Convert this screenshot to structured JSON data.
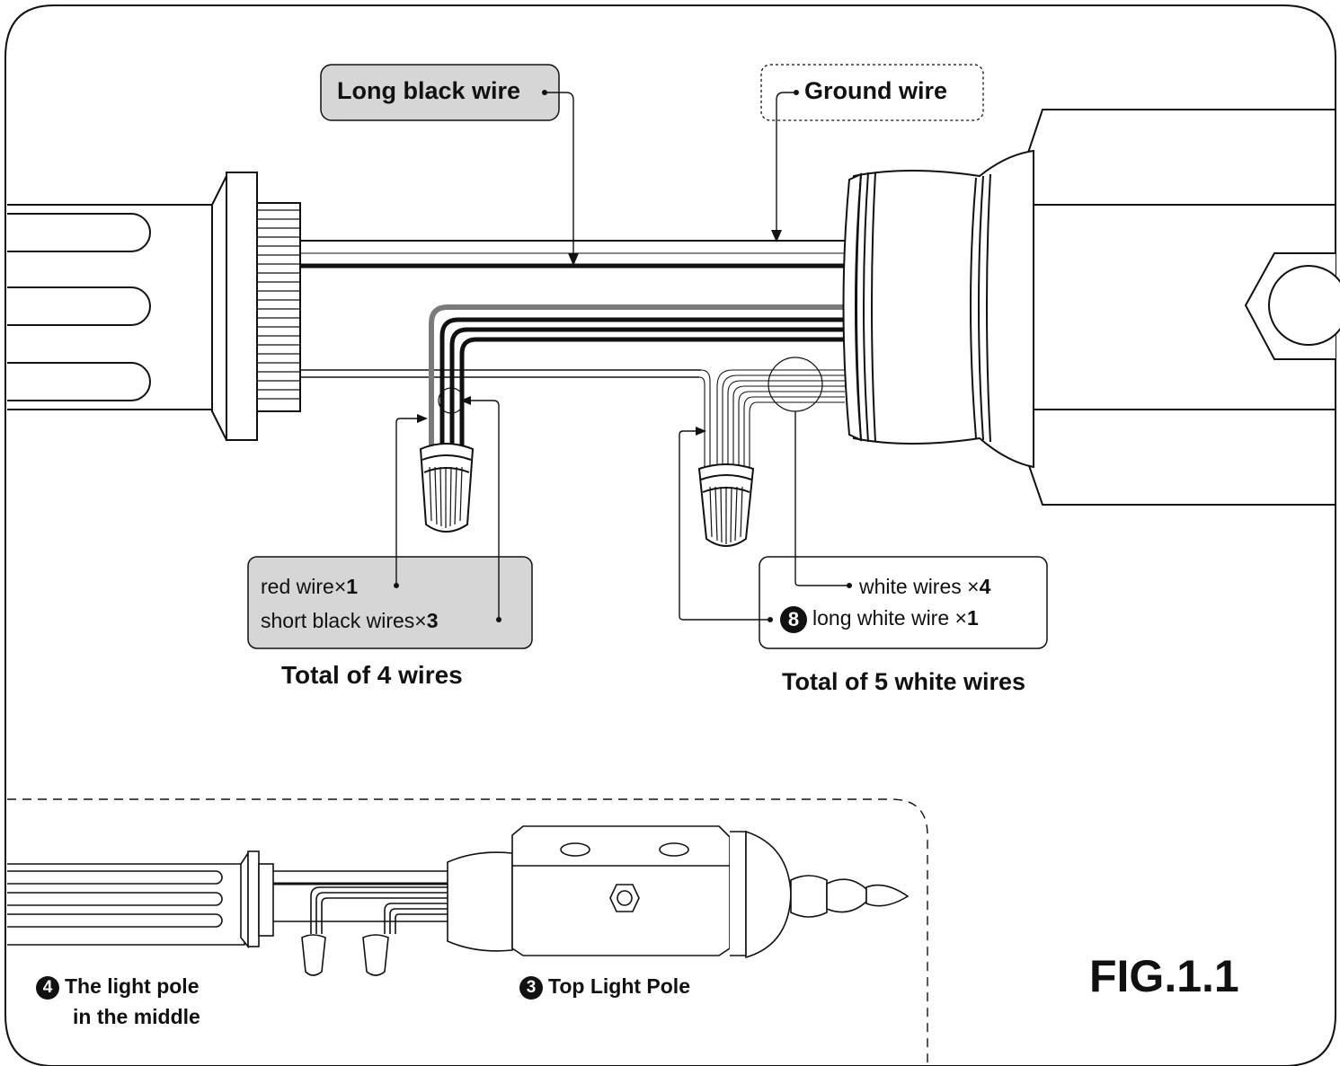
{
  "labels": {
    "long_black_wire": "Long black wire",
    "ground_wire": "Ground wire",
    "red_wire": "red wire",
    "red_wire_count": "1",
    "short_black_wires": "short black wires",
    "short_black_wires_count": "3",
    "times_sign": "×",
    "white_wires": "white wires",
    "white_wires_count": "4",
    "long_white_wire": "long white wire",
    "long_white_wire_count": "1",
    "long_white_wire_badge": "8",
    "total_left": "Total of 4 wires",
    "total_right": "Total of 5 white wires",
    "middle_pole_badge": "4",
    "middle_pole_line1": "The light pole",
    "middle_pole_line2": "in the middle",
    "top_pole_badge": "3",
    "top_pole": "Top Light Pole",
    "figure": "FIG.1.1"
  },
  "colors": {
    "line": "#111111",
    "callout_fill": "#d6d6d6",
    "gray_wire": "#7a7a7a"
  }
}
